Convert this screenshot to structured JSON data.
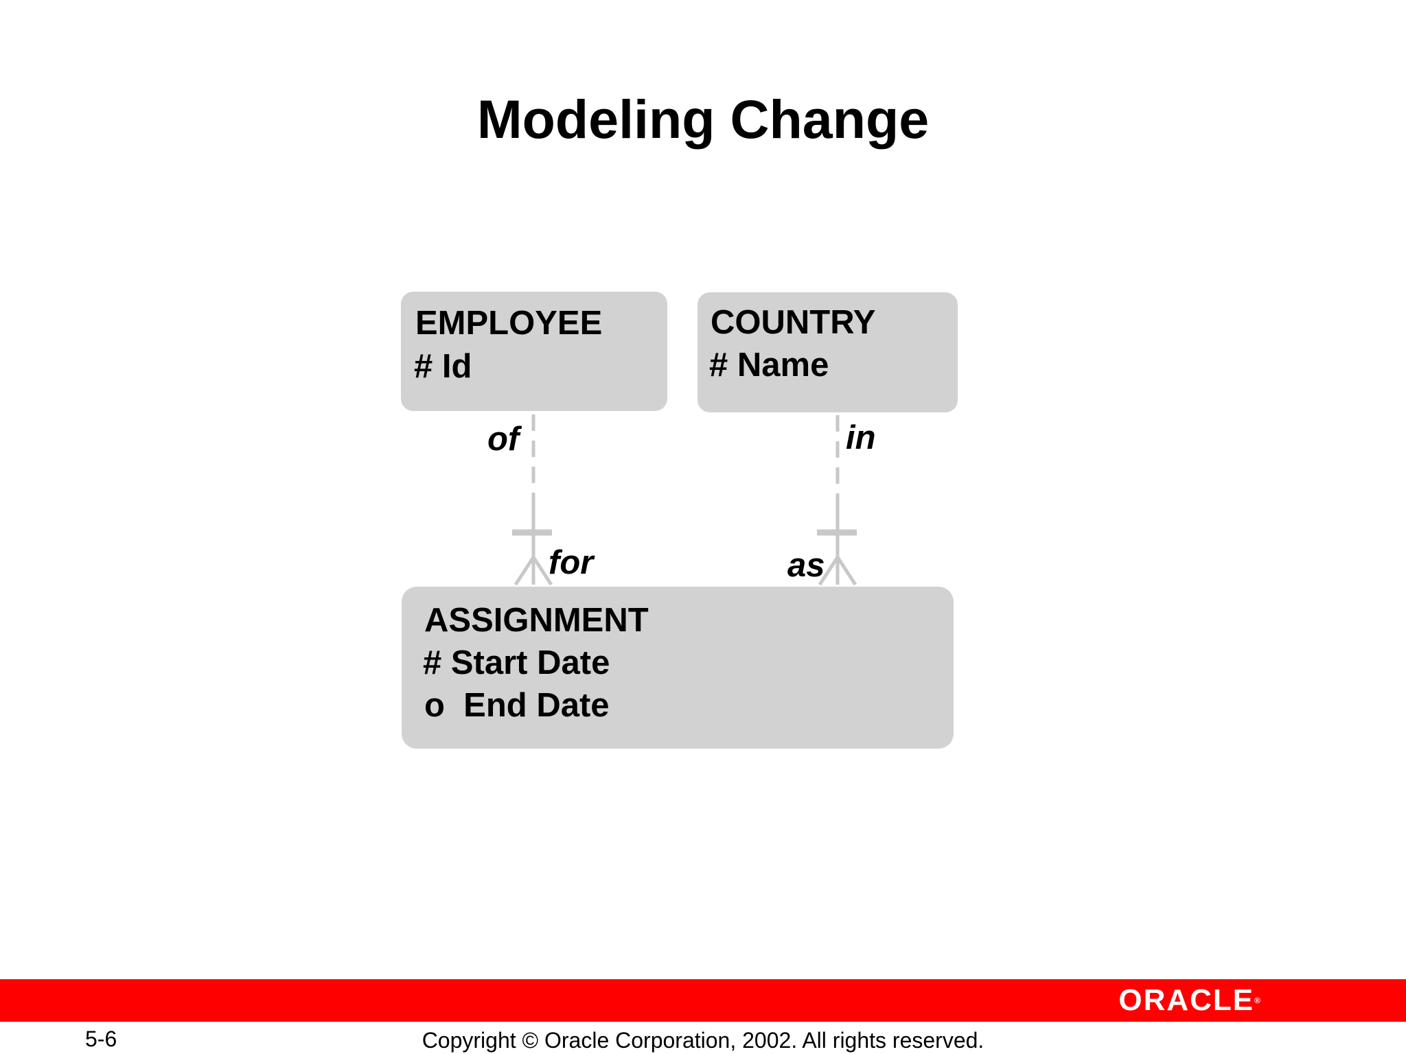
{
  "slide": {
    "title": "Modeling Change"
  },
  "entities": {
    "employee": {
      "name": "EMPLOYEE",
      "attributes": [
        "# Id"
      ]
    },
    "country": {
      "name": "COUNTRY",
      "attributes": [
        "# Name"
      ]
    },
    "assignment": {
      "name": "ASSIGNMENT",
      "attributes": [
        "# Start Date",
        "o  End Date"
      ]
    }
  },
  "relationships": {
    "employee_assignment": {
      "parent_label": "of",
      "child_label": "for"
    },
    "country_assignment": {
      "parent_label": "in",
      "child_label": "as"
    }
  },
  "colors": {
    "entity_fill": "#d2d2d2",
    "relationship_line": "#c8c8c8",
    "footer_bar": "#ff0000",
    "logo_text": "#ffffff"
  },
  "footer": {
    "page_number": "5-6",
    "copyright": "Copyright © Oracle Corporation, 2002. All rights reserved.",
    "logo": "ORACLE",
    "logo_mark": "®"
  }
}
